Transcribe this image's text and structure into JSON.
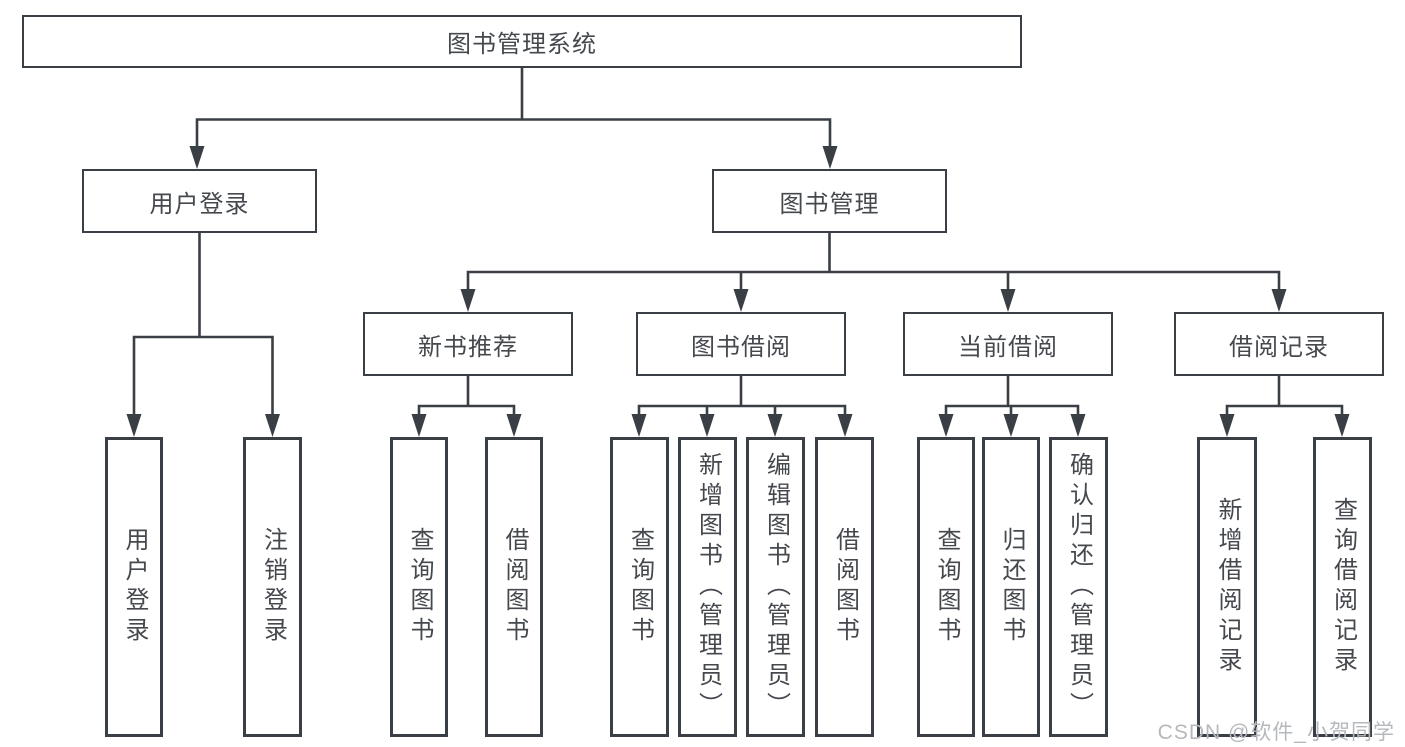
{
  "colors": {
    "line": "#3a3f45",
    "text": "#45494e",
    "box-bg": "#ffffff",
    "background": "#ffffff",
    "watermark": "#b5b9bd"
  },
  "tree": {
    "root": {
      "label": "图书管理系统"
    },
    "branches": [
      {
        "label": "用户登录",
        "leaves": [
          {
            "label": "用户登录"
          },
          {
            "label": "注销登录"
          }
        ]
      },
      {
        "label": "图书管理",
        "groups": [
          {
            "label": "新书推荐",
            "leaves": [
              {
                "label": "查询图书"
              },
              {
                "label": "借阅图书"
              }
            ]
          },
          {
            "label": "图书借阅",
            "leaves": [
              {
                "label": "查询图书"
              },
              {
                "label": "新增图书（管理员）"
              },
              {
                "label": "编辑图书（管理员）"
              },
              {
                "label": "借阅图书"
              }
            ]
          },
          {
            "label": "当前借阅",
            "leaves": [
              {
                "label": "查询图书"
              },
              {
                "label": "归还图书"
              },
              {
                "label": "确认归还（管理员）"
              }
            ]
          },
          {
            "label": "借阅记录",
            "leaves": [
              {
                "label": "新增借阅记录"
              },
              {
                "label": "查询借阅记录"
              }
            ]
          }
        ]
      }
    ]
  },
  "watermark": {
    "text": "CSDN @软件_小贺同学"
  }
}
